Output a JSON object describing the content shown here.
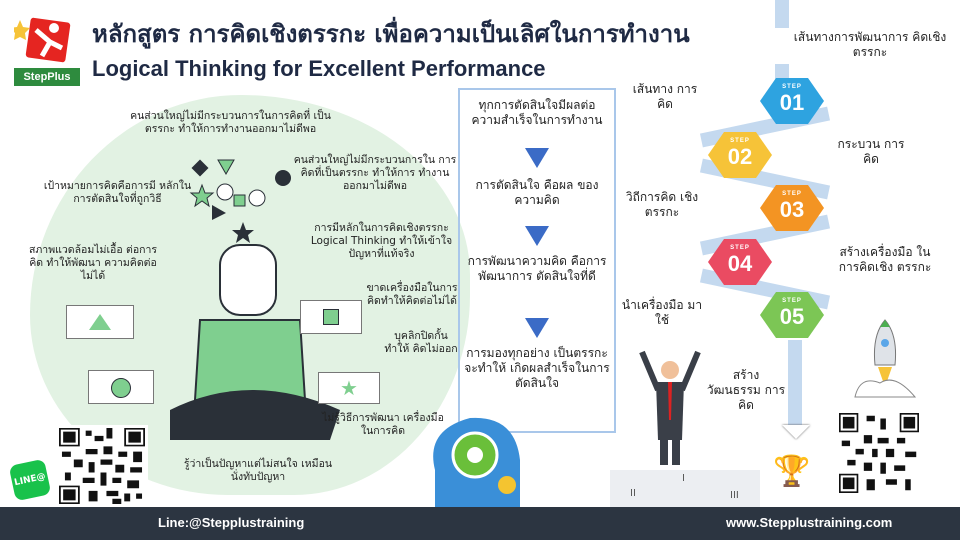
{
  "logo": {
    "text": "StepPlus",
    "colors": {
      "red": "#e52521",
      "green": "#2e8b3e"
    }
  },
  "header": {
    "title_th": "หลักสูตร  การคิดเชิงตรรกะ เพื่อความเป็นเลิศในการทำงาน",
    "title_en": "Logical Thinking for Excellent Performance"
  },
  "left_panel": {
    "notes": [
      "คนส่วนใหญ่ไม่มีกระบวนการในการคิดที่ เป็นตรรกะ ทำให้การทำงานออกมาไม่ดีพอ",
      "คนส่วนใหญ่ไม่มีกระบวนการใน การคิดที่เป็นตรรกะ ทำให้การ ทำงานออกมาไม่ดีพอ",
      "เป้าหมายการคิดคือการมี หลักในการตัดสินใจที่ถูกวิธี",
      "การมีหลักในการคิดเชิงตรรกะ Logical Thinking ทำให้เข้าใจ ปัญหาที่แท้จริง",
      "สภาพแวดล้อมไม่เอื้อ ต่อการคิด ทำให้พัฒนา ความคิดต่อไม่ได้",
      "ขาดเครื่องมือในการ คิดทำให้คิดต่อไม่ได้",
      "บุคลิกปิดกั้นทำให้ คิดไม่ออก",
      "ไม่รู้วิธีการพัฒนา เครื่องมือในการคิด",
      "รู้ว่าเป็นปัญหาแต่ไม่สนใจ เหมือนนั่งทับปัญหา"
    ],
    "accent": "#7fcf8f"
  },
  "flow": {
    "items": [
      "ทุกการตัดสินใจมีผลต่อ ความสำเร็จในการทำงาน",
      "การตัดสินใจ คือผล ของความคิด",
      "การพัฒนาความคิด คือการพัฒนาการ ตัดสินใจที่ดี",
      "การมองทุกอย่าง เป็นตรรกะจะทำให้ เกิดผลสำเร็จในการ ตัดสินใจ"
    ],
    "arrow_color": "#3b6bc6"
  },
  "roadmap": {
    "title": "เส้นทางการพัฒนาการ คิดเชิงตรรกะ",
    "step_word": "STEP",
    "steps": [
      {
        "num": "01",
        "label": "เส้นทาง การคิด",
        "color": "#2ea3e0"
      },
      {
        "num": "02",
        "label": "กระบวน การคิด",
        "color": "#f6c338"
      },
      {
        "num": "03",
        "label": "วิถีการคิด เชิงตรรกะ",
        "color": "#f39423"
      },
      {
        "num": "04",
        "label": "สร้างเครื่องมือ ในการคิดเชิง ตรรกะ",
        "color": "#ea4b62"
      },
      {
        "num": "05",
        "label": "นำเครื่องมือ มาใช้",
        "color": "#7cc655"
      }
    ],
    "final": "สร้าง วัฒนธรรม การคิด"
  },
  "podium": {
    "places": [
      "II",
      "I",
      "III"
    ]
  },
  "line_badge": "LINE@",
  "footer": {
    "line": "Line:@Stepplustraining",
    "website": "www.Stepplustraining.com"
  }
}
